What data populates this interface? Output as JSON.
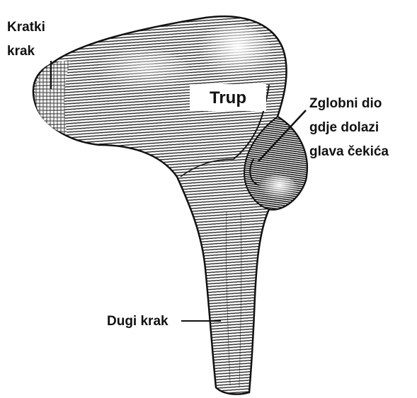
{
  "labels": {
    "short_process": [
      "Kratki",
      "krak"
    ],
    "body": "Trup",
    "joint": [
      "Zglobni dio",
      "gdje dolazi",
      "glava čekića"
    ],
    "long_process": "Dugi krak"
  },
  "colors": {
    "ink": "#111111",
    "paper": "#ffffff",
    "label_box": "#ffffff"
  }
}
